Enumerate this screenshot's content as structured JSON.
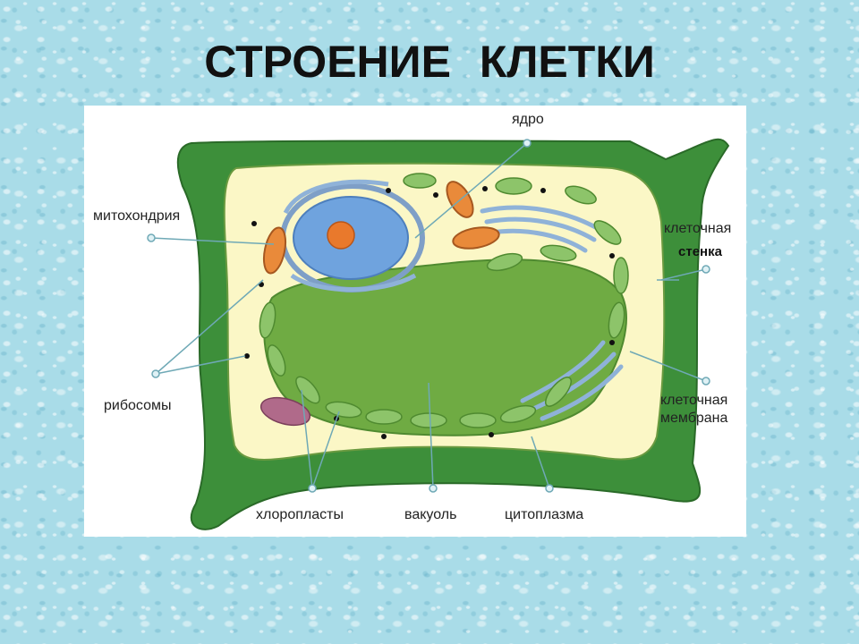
{
  "title": "СТРОЕНИЕ   КЛЕТКИ",
  "labels": {
    "nucleus": "ядро",
    "mitochondria": "митохондрия",
    "cell_wall_line1": "клеточная",
    "cell_wall_line2": "стенка",
    "ribosomes": "рибосомы",
    "membrane_line1": "клеточная",
    "membrane_line2": "мембрана",
    "chloroplasts": "хлоропласты",
    "vacuole": "вакуоль",
    "cytoplasm": "цитоплазма"
  },
  "colors": {
    "background": "#a9dce8",
    "cell_wall": "#3d8f3a",
    "cytoplasm": "#fbf7c6",
    "vacuole": "#6fab43",
    "chloroplast": "#8dc46a",
    "nucleus": "#6fa3de",
    "nucleolus": "#e9792c",
    "mitochondria": "#e98a3a",
    "golgi": "#8fb2d8",
    "pointer": "#6fa9b6"
  }
}
